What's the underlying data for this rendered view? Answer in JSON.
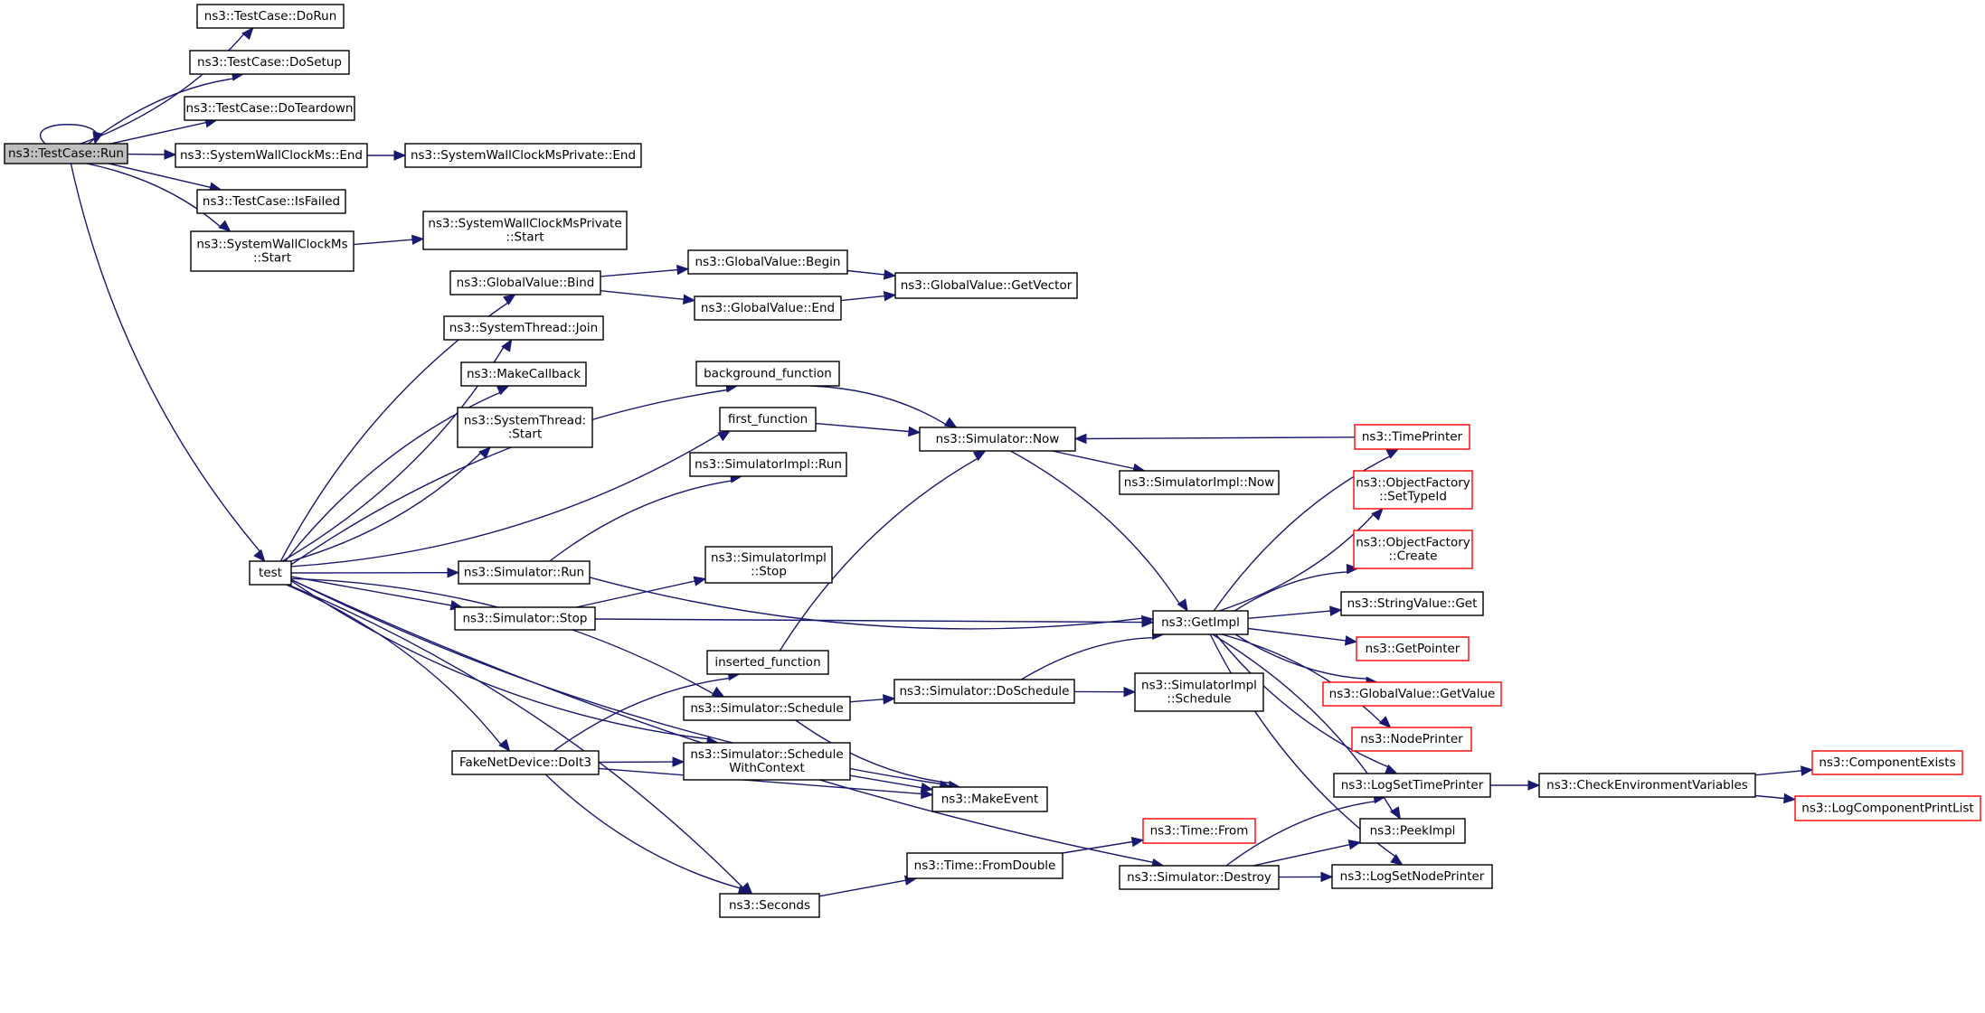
{
  "colors": {
    "edge": "#191970",
    "border": "#000000",
    "missing_border": "#ff0000",
    "current_fill": "#bfbfbf",
    "background": "#ffffff"
  },
  "nodes": {
    "run": {
      "lines": [
        "ns3::TestCase::Run"
      ],
      "current": true
    },
    "dorun": {
      "lines": [
        "ns3::TestCase::DoRun"
      ]
    },
    "dosetup": {
      "lines": [
        "ns3::TestCase::DoSetup"
      ]
    },
    "doteardown": {
      "lines": [
        "ns3::TestCase::DoTeardown"
      ]
    },
    "swcend": {
      "lines": [
        "ns3::SystemWallClockMs::End"
      ]
    },
    "swcpend": {
      "lines": [
        "ns3::SystemWallClockMsPrivate::End"
      ]
    },
    "isfailed": {
      "lines": [
        "ns3::TestCase::IsFailed"
      ]
    },
    "swcstart": {
      "lines": [
        "ns3::SystemWallClockMs",
        "::Start"
      ]
    },
    "swcpstart": {
      "lines": [
        "ns3::SystemWallClockMsPrivate",
        "::Start"
      ]
    },
    "test": {
      "lines": [
        "test"
      ]
    },
    "gvbind": {
      "lines": [
        "ns3::GlobalValue::Bind"
      ]
    },
    "gvbegin": {
      "lines": [
        "ns3::GlobalValue::Begin"
      ]
    },
    "gvend": {
      "lines": [
        "ns3::GlobalValue::End"
      ]
    },
    "gvgetvector": {
      "lines": [
        "ns3::GlobalValue::GetVector"
      ]
    },
    "stjoin": {
      "lines": [
        "ns3::SystemThread::Join"
      ]
    },
    "makecallback": {
      "lines": [
        "ns3::MakeCallback"
      ]
    },
    "ststart": {
      "lines": [
        "ns3::SystemThread:",
        ":Start"
      ]
    },
    "bgfunc": {
      "lines": [
        "background_function"
      ]
    },
    "firstfunc": {
      "lines": [
        "first_function"
      ]
    },
    "simnow": {
      "lines": [
        "ns3::Simulator::Now"
      ]
    },
    "timeprinter": {
      "lines": [
        "ns3::TimePrinter"
      ],
      "red": true
    },
    "simimplrun": {
      "lines": [
        "ns3::SimulatorImpl::Run"
      ]
    },
    "simimplnow": {
      "lines": [
        "ns3::SimulatorImpl::Now"
      ]
    },
    "ofsettypeid": {
      "lines": [
        "ns3::ObjectFactory",
        "::SetTypeId"
      ],
      "red": true
    },
    "ofcreate": {
      "lines": [
        "ns3::ObjectFactory",
        "::Create"
      ],
      "red": true
    },
    "simrun": {
      "lines": [
        "ns3::Simulator::Run"
      ]
    },
    "simimplstop": {
      "lines": [
        "ns3::SimulatorImpl",
        "::Stop"
      ]
    },
    "simstop": {
      "lines": [
        "ns3::Simulator::Stop"
      ]
    },
    "getimpl": {
      "lines": [
        "ns3::GetImpl"
      ]
    },
    "svget": {
      "lines": [
        "ns3::StringValue::Get"
      ]
    },
    "getpointer": {
      "lines": [
        "ns3::GetPointer"
      ],
      "red": true
    },
    "insfunc": {
      "lines": [
        "inserted_function"
      ]
    },
    "gvgetvalue": {
      "lines": [
        "ns3::GlobalValue::GetValue"
      ],
      "red": true
    },
    "simschedule": {
      "lines": [
        "ns3::Simulator::Schedule"
      ]
    },
    "simdoschedule": {
      "lines": [
        "ns3::Simulator::DoSchedule"
      ]
    },
    "simimplschedule": {
      "lines": [
        "ns3::SimulatorImpl",
        "::Schedule"
      ]
    },
    "nodeprinter": {
      "lines": [
        "ns3::NodePrinter"
      ],
      "red": true
    },
    "fakedoit3": {
      "lines": [
        "FakeNetDevice::DoIt3"
      ]
    },
    "schedwithctx": {
      "lines": [
        "ns3::Simulator::Schedule",
        "WithContext"
      ]
    },
    "componentexists": {
      "lines": [
        "ns3::ComponentExists"
      ],
      "red": true
    },
    "logsettimeprinter": {
      "lines": [
        "ns3::LogSetTimePrinter"
      ]
    },
    "checkenv": {
      "lines": [
        "ns3::CheckEnvironmentVariables"
      ]
    },
    "logcomplist": {
      "lines": [
        "ns3::LogComponentPrintList"
      ],
      "red": true
    },
    "makeevent": {
      "lines": [
        "ns3::MakeEvent"
      ]
    },
    "timefrom": {
      "lines": [
        "ns3::Time::From"
      ],
      "red": true
    },
    "peekimpl": {
      "lines": [
        "ns3::PeekImpl"
      ]
    },
    "timefromdouble": {
      "lines": [
        "ns3::Time::FromDouble"
      ]
    },
    "simdestroy": {
      "lines": [
        "ns3::Simulator::Destroy"
      ]
    },
    "logsetnodeprinter": {
      "lines": [
        "ns3::LogSetNodePrinter"
      ]
    },
    "seconds": {
      "lines": [
        "ns3::Seconds"
      ]
    }
  },
  "edges": [
    [
      "run",
      "run"
    ],
    [
      "run",
      "dorun"
    ],
    [
      "run",
      "dosetup"
    ],
    [
      "run",
      "doteardown"
    ],
    [
      "run",
      "swcend"
    ],
    [
      "run",
      "isfailed"
    ],
    [
      "run",
      "swcstart"
    ],
    [
      "run",
      "test"
    ],
    [
      "swcend",
      "swcpend"
    ],
    [
      "swcstart",
      "swcpstart"
    ],
    [
      "test",
      "gvbind"
    ],
    [
      "test",
      "stjoin"
    ],
    [
      "test",
      "makecallback"
    ],
    [
      "test",
      "ststart"
    ],
    [
      "test",
      "bgfunc"
    ],
    [
      "test",
      "firstfunc"
    ],
    [
      "test",
      "simrun"
    ],
    [
      "test",
      "simstop"
    ],
    [
      "test",
      "simschedule"
    ],
    [
      "test",
      "schedwithctx"
    ],
    [
      "test",
      "fakedoit3"
    ],
    [
      "test",
      "makeevent"
    ],
    [
      "test",
      "seconds"
    ],
    [
      "test",
      "simdestroy"
    ],
    [
      "gvbind",
      "gvbegin"
    ],
    [
      "gvbind",
      "gvend"
    ],
    [
      "gvbegin",
      "gvgetvector"
    ],
    [
      "gvend",
      "gvgetvector"
    ],
    [
      "bgfunc",
      "simnow"
    ],
    [
      "firstfunc",
      "simnow"
    ],
    [
      "insfunc",
      "simnow"
    ],
    [
      "simnow",
      "simimplnow"
    ],
    [
      "simnow",
      "getimpl"
    ],
    [
      "timeprinter",
      "simnow"
    ],
    [
      "simrun",
      "simimplrun"
    ],
    [
      "simrun",
      "getimpl"
    ],
    [
      "simstop",
      "simimplstop"
    ],
    [
      "simstop",
      "getimpl"
    ],
    [
      "getimpl",
      "timeprinter"
    ],
    [
      "getimpl",
      "ofsettypeid"
    ],
    [
      "getimpl",
      "ofcreate"
    ],
    [
      "getimpl",
      "svget"
    ],
    [
      "getimpl",
      "getpointer"
    ],
    [
      "getimpl",
      "gvgetvalue"
    ],
    [
      "getimpl",
      "nodeprinter"
    ],
    [
      "getimpl",
      "logsettimeprinter"
    ],
    [
      "getimpl",
      "peekimpl"
    ],
    [
      "getimpl",
      "logsetnodeprinter"
    ],
    [
      "simschedule",
      "simdoschedule"
    ],
    [
      "simschedule",
      "makeevent"
    ],
    [
      "simdoschedule",
      "getimpl"
    ],
    [
      "simdoschedule",
      "simimplschedule"
    ],
    [
      "fakedoit3",
      "insfunc"
    ],
    [
      "fakedoit3",
      "schedwithctx"
    ],
    [
      "fakedoit3",
      "makeevent"
    ],
    [
      "fakedoit3",
      "seconds"
    ],
    [
      "schedwithctx",
      "makeevent"
    ],
    [
      "logsettimeprinter",
      "checkenv"
    ],
    [
      "checkenv",
      "componentexists"
    ],
    [
      "checkenv",
      "logcomplist"
    ],
    [
      "seconds",
      "timefromdouble"
    ],
    [
      "timefromdouble",
      "timefrom"
    ],
    [
      "simdestroy",
      "logsettimeprinter"
    ],
    [
      "simdestroy",
      "peekimpl"
    ],
    [
      "simdestroy",
      "logsetnodeprinter"
    ]
  ]
}
